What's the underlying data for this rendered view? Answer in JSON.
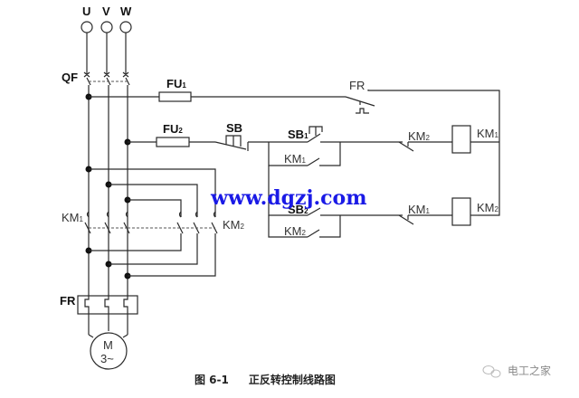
{
  "phases": [
    "U",
    "V",
    "W"
  ],
  "labels": {
    "qf": "QF",
    "fu1": "FU",
    "fu1_sub": "1",
    "fu2": "FU",
    "fu2_sub": "2",
    "fr_ctrl": "FR",
    "sb": "SB",
    "sb1": "SB",
    "sb1_sub": "1",
    "sb2": "SB",
    "sb2_sub": "2",
    "km1_hold": "KM",
    "km1_hold_sub": "1",
    "km2_hold": "KM",
    "km2_hold_sub": "2",
    "km2_interlock": "KM",
    "km2_interlock_sub": "2",
    "km1_interlock": "KM",
    "km1_interlock_sub": "1",
    "km1_coil": "KM",
    "km1_coil_sub": "1",
    "km2_coil": "KM",
    "km2_coil_sub": "2",
    "km1_main": "KM",
    "km1_main_sub": "1",
    "km2_main": "KM",
    "km2_main_sub": "2",
    "fr_main": "FR",
    "motor_top": "M",
    "motor_bottom": "3~"
  },
  "watermark": "www.dgzj.com",
  "caption": {
    "figure": "图 6-1",
    "title": "正反转控制线路图"
  },
  "logo_text": "电工之家"
}
